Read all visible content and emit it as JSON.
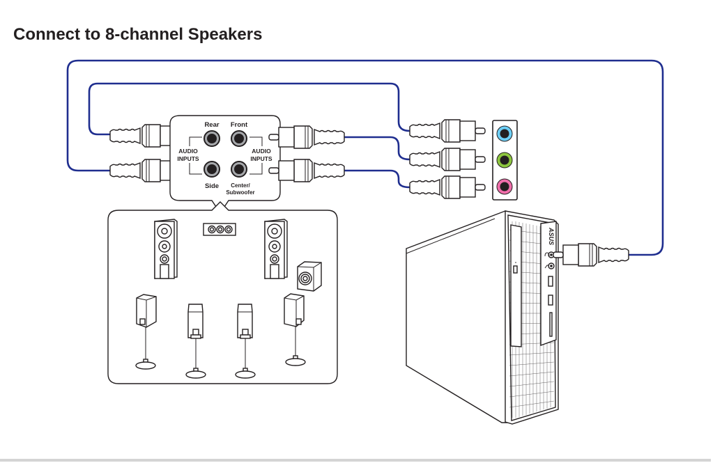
{
  "title": "Connect to 8-channel Speakers",
  "amplifier": {
    "left_label_line1": "AUDIO",
    "left_label_line2": "INPUTS",
    "right_label_line1": "AUDIO",
    "right_label_line2": "INPUTS",
    "ports": {
      "rear": "Rear",
      "front": "Front",
      "side": "Side",
      "center_line1": "Center/",
      "center_line2": "Subwoofer"
    }
  },
  "rear_panel_jacks": [
    {
      "name": "line-in",
      "color": "#6dcff6"
    },
    {
      "name": "line-out",
      "color": "#8dc63f"
    },
    {
      "name": "mic-in",
      "color": "#f06eaa"
    }
  ],
  "pc": {
    "brand": "ASUS"
  },
  "colors": {
    "cable": "#1f2e8f",
    "outline": "#231f20",
    "footer": "#d4d4d4"
  }
}
